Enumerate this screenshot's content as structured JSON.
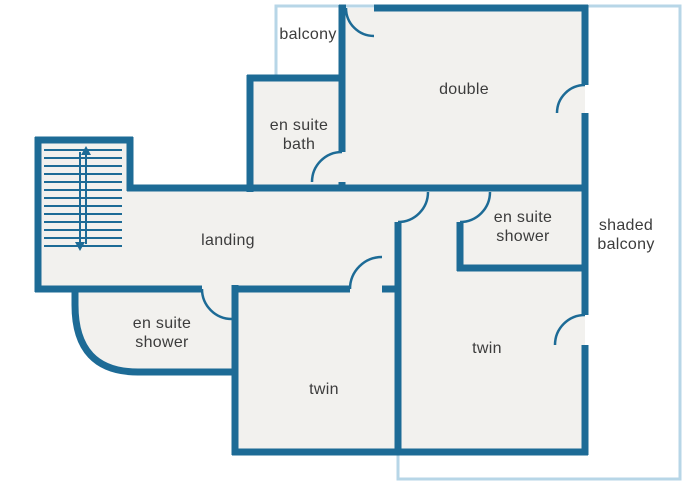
{
  "plan": {
    "rooms": [
      {
        "id": "balcony",
        "lines": [
          "balcony"
        ]
      },
      {
        "id": "double",
        "lines": [
          "double"
        ]
      },
      {
        "id": "en-suite-bath",
        "lines": [
          "en suite",
          "bath"
        ]
      },
      {
        "id": "en-suite-shower-right",
        "lines": [
          "en suite",
          "shower"
        ]
      },
      {
        "id": "shaded-balcony",
        "lines": [
          "shaded",
          "balcony"
        ]
      },
      {
        "id": "landing",
        "lines": [
          "landing"
        ]
      },
      {
        "id": "en-suite-shower-left",
        "lines": [
          "en suite",
          "shower"
        ]
      },
      {
        "id": "twin-middle",
        "lines": [
          "twin"
        ]
      },
      {
        "id": "twin-right",
        "lines": [
          "twin"
        ]
      }
    ],
    "colors": {
      "wall": "#1d6b96",
      "room_fill": "#f2f1ee",
      "balcony_outline": "#b7d6e7",
      "label": "#3c3c3c",
      "background": "#ffffff"
    }
  }
}
